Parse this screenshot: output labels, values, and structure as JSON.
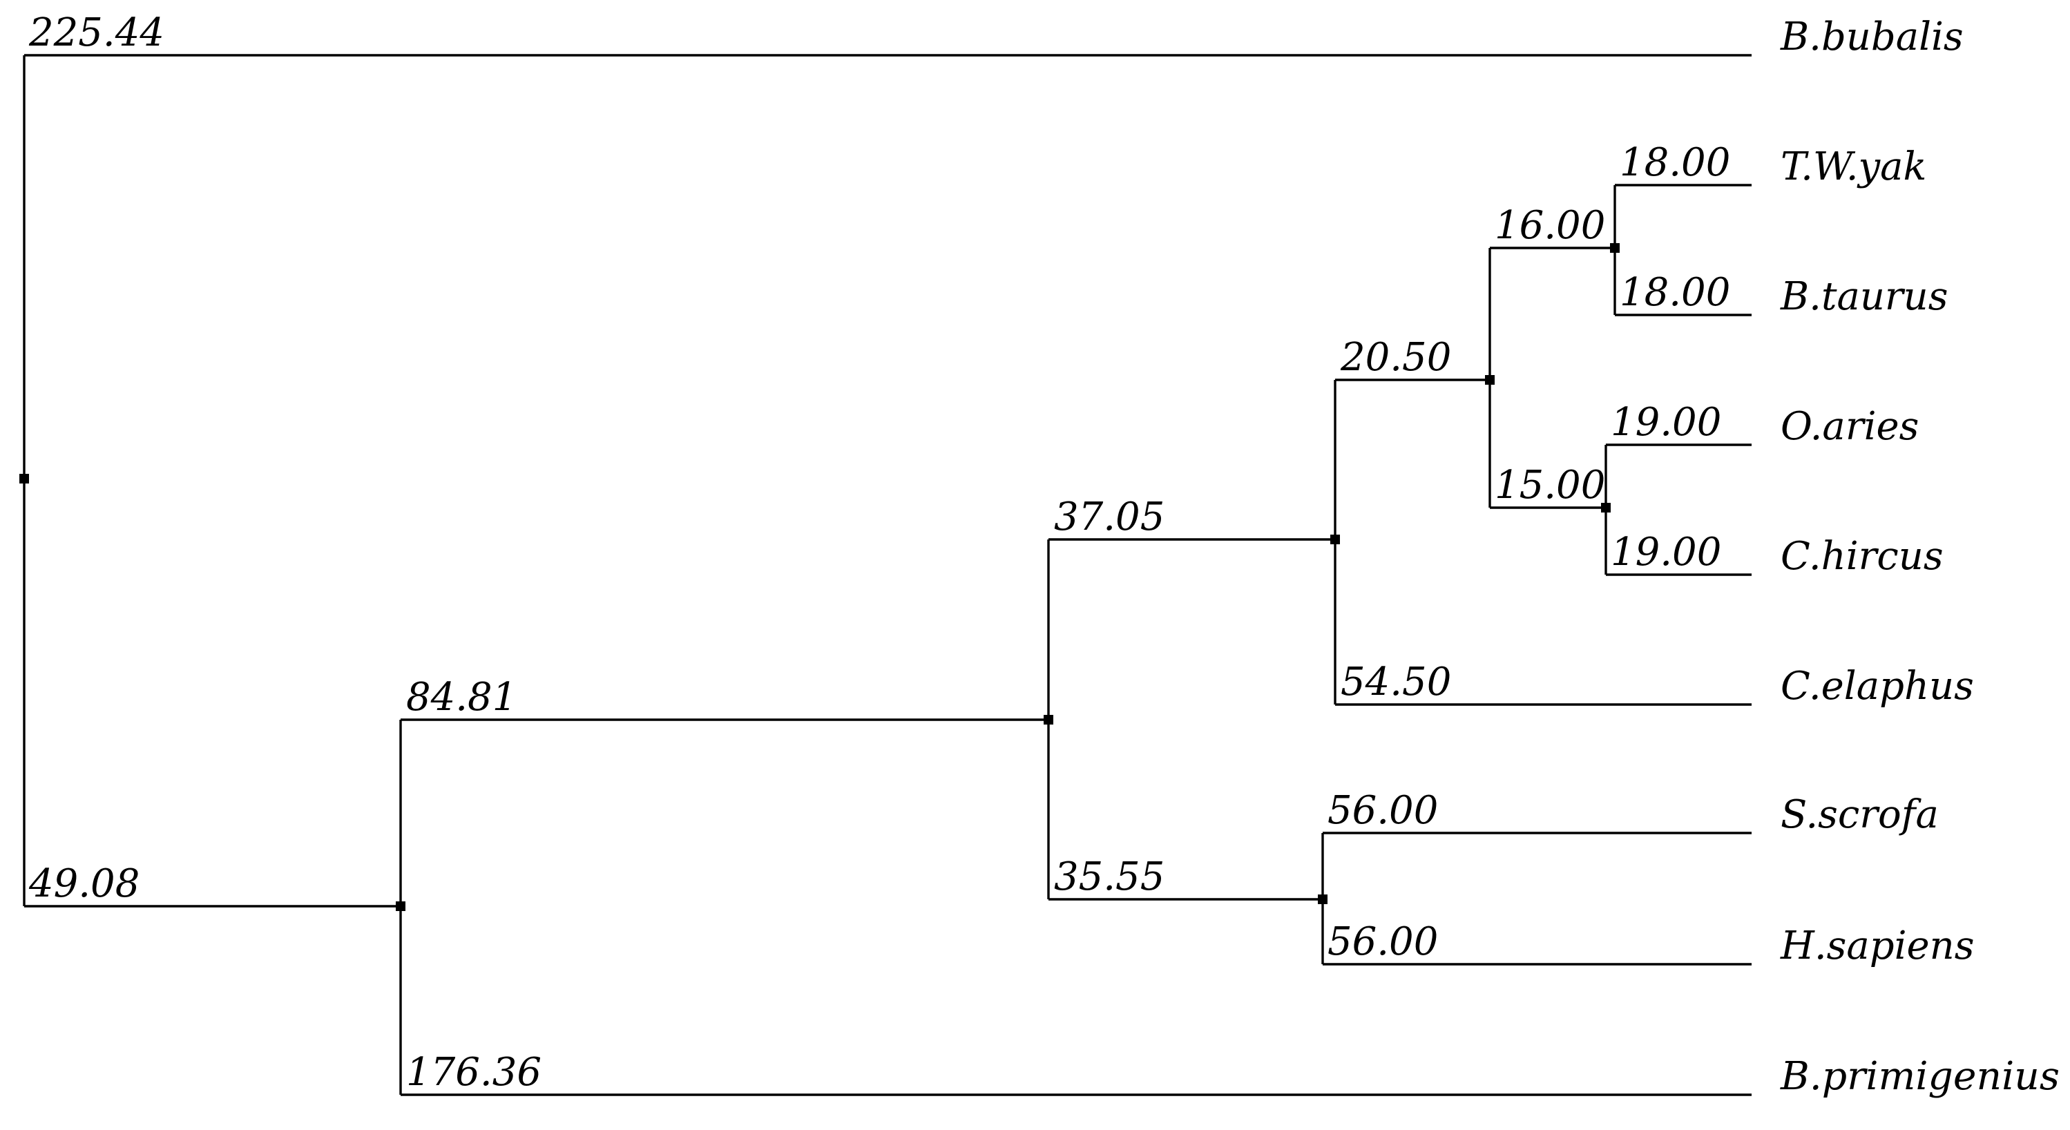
{
  "tree": {
    "style": {
      "line_color": "#000000",
      "text_color": "#000000",
      "background": "#ffffff"
    },
    "taxa": [
      {
        "id": "b-bubalis",
        "name": "B.bubalis",
        "branch_length": "225.44"
      },
      {
        "id": "t-w-yak",
        "name": "T.W.yak",
        "branch_length": "18.00"
      },
      {
        "id": "b-taurus",
        "name": "B.taurus",
        "branch_length": "18.00"
      },
      {
        "id": "o-aries",
        "name": "O.aries",
        "branch_length": "19.00"
      },
      {
        "id": "c-hircus",
        "name": "C.hircus",
        "branch_length": "19.00"
      },
      {
        "id": "c-elaphus",
        "name": "C.elaphus",
        "branch_length": "54.50"
      },
      {
        "id": "s-scrofa",
        "name": "S.scrofa",
        "branch_length": "56.00"
      },
      {
        "id": "h-sapiens",
        "name": "H.sapiens",
        "branch_length": "56.00"
      },
      {
        "id": "b-primigenius",
        "name": "B.primigenius",
        "branch_length": "176.36"
      }
    ],
    "internal_branches": [
      {
        "id": "yak-taurus-clade",
        "branch_length": "16.00"
      },
      {
        "id": "aries-hircus-clade",
        "branch_length": "15.00"
      },
      {
        "id": "bovid-caprine-clade",
        "branch_length": "20.50"
      },
      {
        "id": "ruminant-clade",
        "branch_length": "37.05"
      },
      {
        "id": "scrofa-sapiens-clade",
        "branch_length": "35.55"
      },
      {
        "id": "mixed-clade",
        "branch_length": "84.81"
      },
      {
        "id": "primigenius-group",
        "branch_length": "49.08"
      }
    ]
  }
}
